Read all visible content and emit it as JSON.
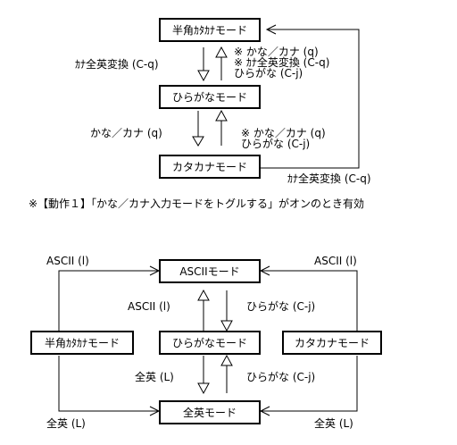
{
  "diagram1": {
    "boxes": {
      "hankaku_katakana": "半角ｶﾀｶﾅモード",
      "hiragana": "ひらがなモード",
      "katakana": "カタカナモード"
    },
    "labels": {
      "kana_zenei_left": "ｶﾅ全英変換 (C-q)",
      "note_top": [
        "※ かな／カナ (q)",
        "※ ｶﾅ全英変換 (C-q)",
        "ひらがな (C-j)"
      ],
      "kana_kana_left": "かな／カナ (q)",
      "note_mid": [
        "※ かな／カナ (q)",
        "ひらがな (C-j)"
      ],
      "kana_zenei_bottom": "ｶﾅ全英変換 (C-q)"
    },
    "footnote": "※【動作１】「かな／カナ入力モードをトグルする」がオンのとき有効"
  },
  "diagram2": {
    "boxes": {
      "ascii": "ASCIIモード",
      "hankaku_katakana": "半角ｶﾀｶﾅモード",
      "hiragana": "ひらがなモード",
      "katakana": "カタカナモード",
      "zenei": "全英モード"
    },
    "labels": {
      "ascii_topleft": "ASCII (l)",
      "ascii_topright": "ASCII (l)",
      "ascii_mid": "ASCII (l)",
      "hiragana_upper": "ひらがな (C-j)",
      "zenei_mid": "全英 (L)",
      "hiragana_lower": "ひらがな (C-j)",
      "zenei_bottomleft": "全英 (L)",
      "zenei_bottomright": "全英 (L)"
    }
  }
}
